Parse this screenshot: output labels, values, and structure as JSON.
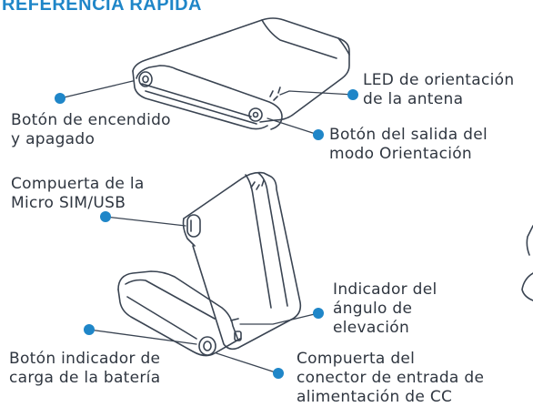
{
  "title": "REFERENCIA RAPIDA",
  "labels": {
    "power_button": [
      "Botón de encendido",
      "y apagado"
    ],
    "antenna_led": [
      "LED de orientación",
      "de la antena"
    ],
    "exit_orientation": [
      "Botón del salida del",
      "modo Orientación"
    ],
    "sim_usb_door": [
      "Compuerta de la",
      "Micro SIM/USB"
    ],
    "elevation_indicator": [
      "Indicador del",
      "ángulo de",
      "elevación"
    ],
    "battery_button": [
      "Botón indicador de",
      "carga de la batería"
    ],
    "dc_input_door": [
      "Compuerta del",
      "conector de entrada de",
      "alimentación de CC"
    ]
  },
  "colors": {
    "accent": "#1f86c8",
    "line": "#3a4452",
    "text": "#2f3640"
  }
}
